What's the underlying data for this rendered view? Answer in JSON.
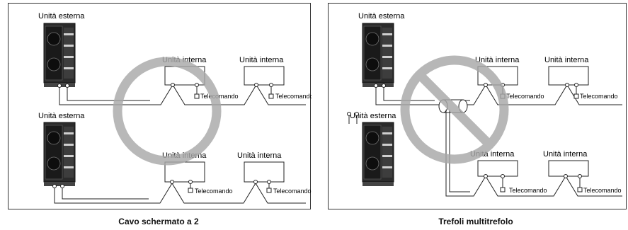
{
  "labels": {
    "outdoor_unit": "Unità esterna",
    "indoor_unit": "Unità interna",
    "remote": "Telecomando"
  },
  "captions": {
    "left": "Cavo schermato a 2",
    "right": "Trefoli multitrefolo"
  },
  "symbols": {
    "left": "circle-correct-symbol",
    "right": "prohibited-symbol"
  },
  "colors": {
    "symbol": "#a8a8a8",
    "line": "#222222"
  }
}
